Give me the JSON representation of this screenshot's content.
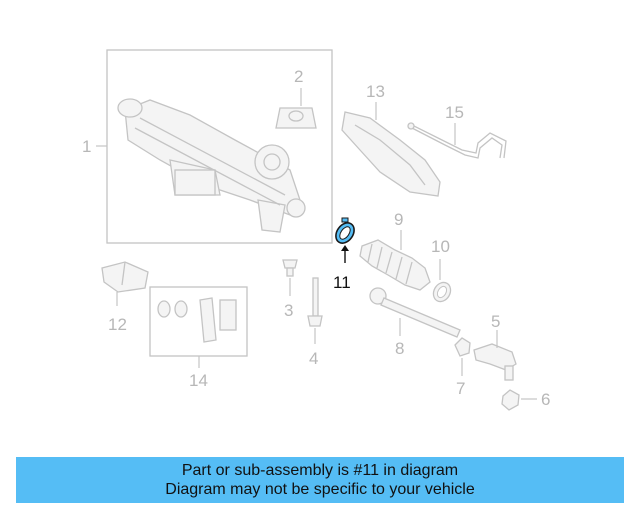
{
  "diagram": {
    "highlight_color": "#4aa8e8",
    "labels": {
      "p1": "1",
      "p2": "2",
      "p3": "3",
      "p4": "4",
      "p5": "5",
      "p6": "6",
      "p7": "7",
      "p8": "8",
      "p9": "9",
      "p10": "10",
      "p11": "11",
      "p12": "12",
      "p13": "13",
      "p14": "14",
      "p15": "15"
    }
  },
  "banner": {
    "line1": "Part or sub-assembly is #11 in diagram",
    "line2": "Diagram may not be specific to your vehicle"
  }
}
